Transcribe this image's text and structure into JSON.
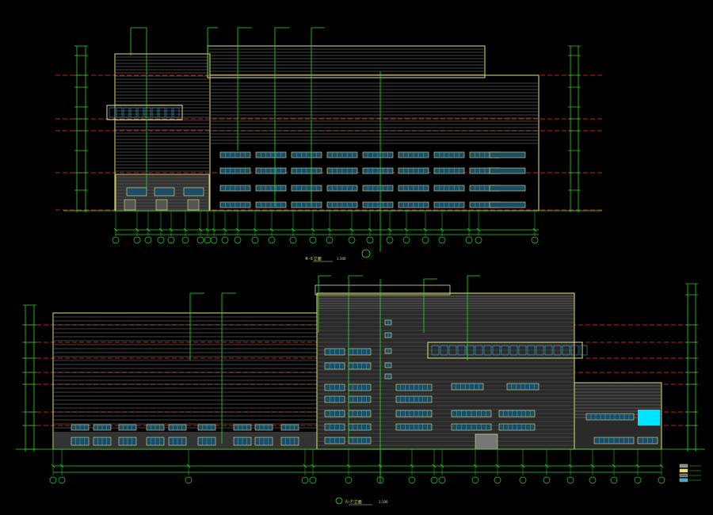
{
  "colors": {
    "background": "#000000",
    "outline": "#e8e07a",
    "siding": "#8a8a8a",
    "grid_line": "#ff2a2a",
    "dimension": "#28d528",
    "leader": "#20e020",
    "window_frame": "#e8e07a",
    "window_glass": "#3aa7d6",
    "brick": "#6a6a6a",
    "cyan_panel": "#00e5ff",
    "label_blue": "#4aa0ff"
  },
  "top_elevation": {
    "caption": "⑥-①立面",
    "scale": "1:100"
  },
  "bottom_elevation": {
    "caption": "Ⓐ-Ⓕ立面",
    "scale": "1:100"
  }
}
